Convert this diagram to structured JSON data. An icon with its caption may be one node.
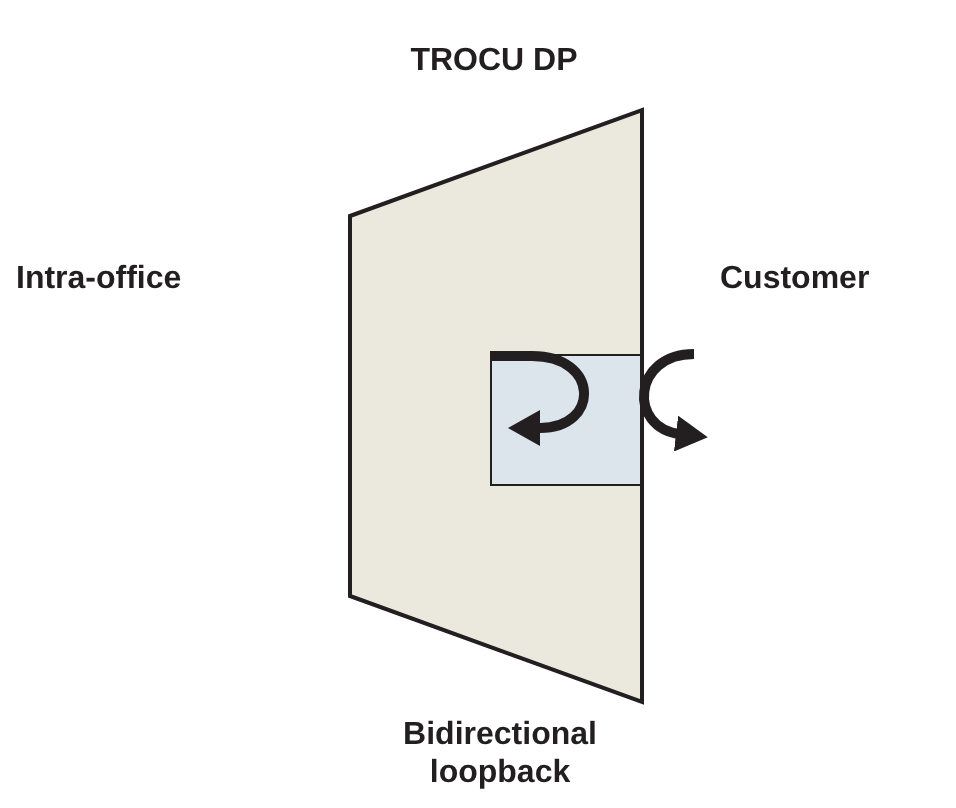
{
  "diagram": {
    "nodes": [
      {
        "text": [
          "TROCU DP"
        ]
      },
      {
        "text": [],
        "shape": "box",
        "in": 0
      }
    ],
    "labels": [
      "Intra-office",
      "Customer",
      "Bidirectional loopback"
    ]
  }
}
